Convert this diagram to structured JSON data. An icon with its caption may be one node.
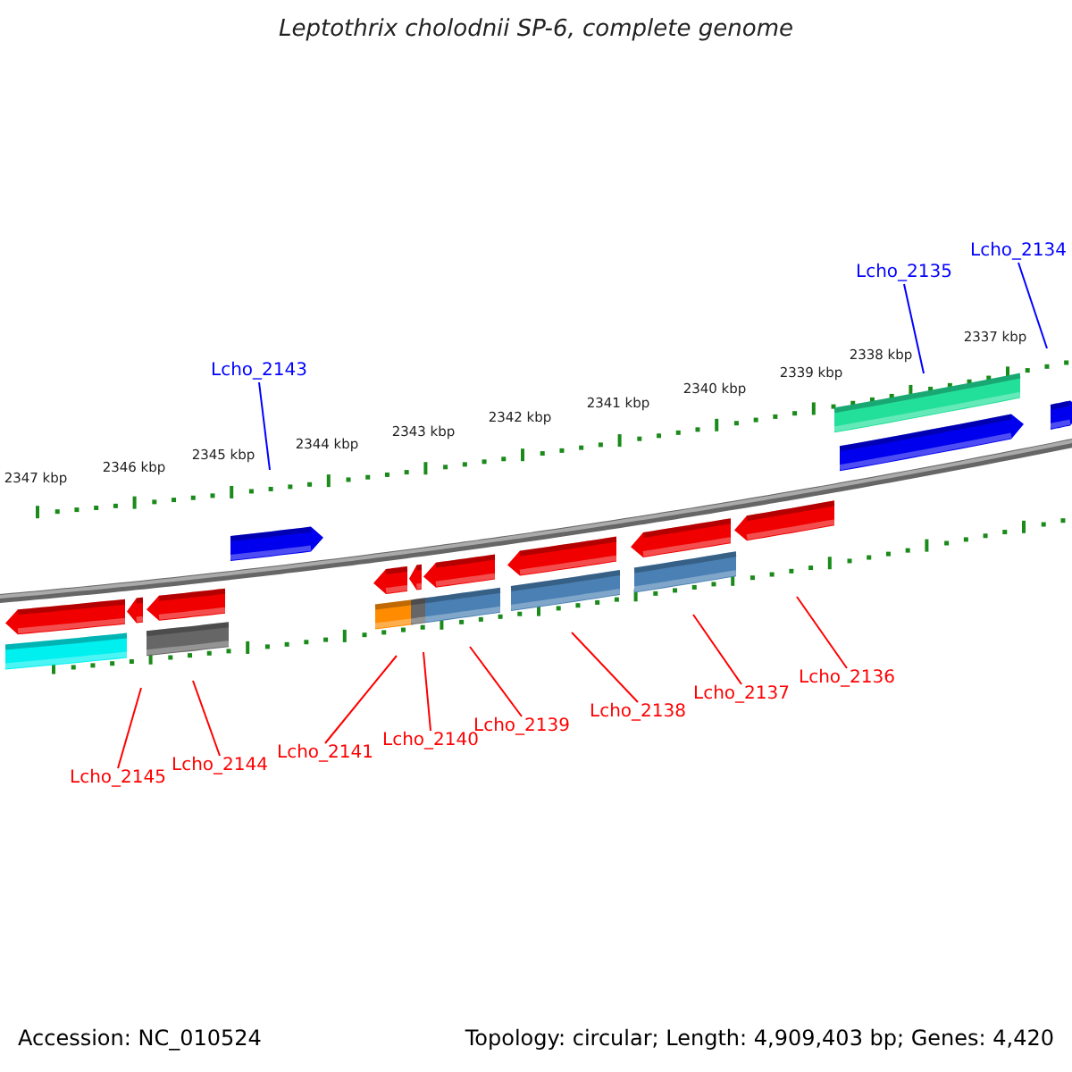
{
  "diagram": {
    "title": "Leptothrix cholodnii SP-6, complete genome",
    "nodes": [
      {
        "text": [
          "Lcho_2143"
        ]
      },
      {
        "text": [
          "Lcho_2135"
        ]
      },
      {
        "text": [
          "Lcho_2134"
        ]
      },
      {
        "text": [
          "Lcho_2145"
        ]
      },
      {
        "text": [
          "Lcho_2144"
        ]
      },
      {
        "text": [
          "Lcho_2141"
        ]
      },
      {
        "text": [
          "Lcho_2140"
        ]
      },
      {
        "text": [
          "Lcho_2139"
        ]
      },
      {
        "text": [
          "Lcho_2138"
        ]
      },
      {
        "text": [
          "Lcho_2137"
        ]
      },
      {
        "text": [
          "Lcho_2136"
        ]
      }
    ],
    "edges": [
      {
        "from": 0,
        "to": null,
        "arrow": "none",
        "color": "#0000ff"
      },
      {
        "from": 1,
        "to": null,
        "arrow": "none",
        "color": "#0000ff"
      },
      {
        "from": 2,
        "to": null,
        "arrow": "none",
        "color": "#0000ff"
      },
      {
        "from": 3,
        "to": null,
        "arrow": "none"
      },
      {
        "from": 4,
        "to": null,
        "arrow": "none"
      },
      {
        "from": 5,
        "to": null,
        "arrow": "none"
      },
      {
        "from": 6,
        "to": null,
        "arrow": "none"
      },
      {
        "from": 7,
        "to": null,
        "arrow": "none"
      },
      {
        "from": 8,
        "to": null,
        "arrow": "none"
      },
      {
        "from": 9,
        "to": null,
        "arrow": "none"
      },
      {
        "from": 10,
        "to": null,
        "arrow": "none"
      }
    ],
    "labels": [
      "2337 kbp",
      "2338 kbp",
      "2339 kbp",
      "2340 kbp",
      "2341 kbp",
      "2342 kbp",
      "2343 kbp",
      "2344 kbp",
      "2345 kbp",
      "2346 kbp",
      "2347 kbp",
      "Accession: NC_010524",
      "Topology: circular; Length: 4,909,403 bp; Genes: 4,420"
    ]
  }
}
